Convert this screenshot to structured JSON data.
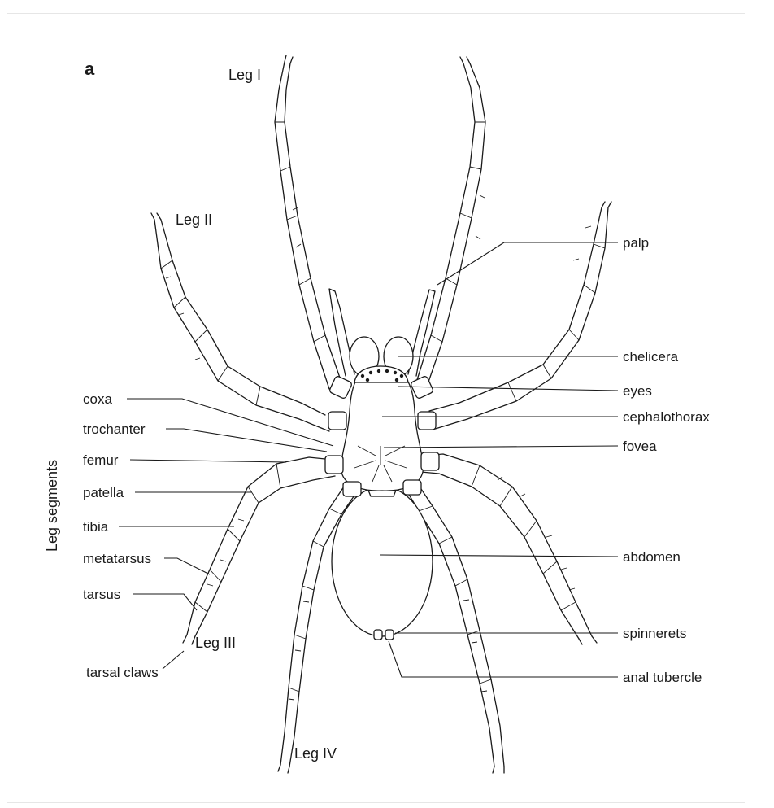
{
  "panel_label": "a",
  "axis_label": "Leg segments",
  "leg_labels": {
    "leg1": "Leg I",
    "leg2": "Leg II",
    "leg3": "Leg III",
    "leg4": "Leg IV"
  },
  "left_labels": {
    "coxa": "coxa",
    "trochanter": "trochanter",
    "femur": "femur",
    "patella": "patella",
    "tibia": "tibia",
    "metatarsus": "metatarsus",
    "tarsus": "tarsus",
    "tarsal_claws": "tarsal claws"
  },
  "right_labels": {
    "palp": "palp",
    "chelicera": "chelicera",
    "eyes": "eyes",
    "cephalothorax": "cephalothorax",
    "fovea": "fovea",
    "abdomen": "abdomen",
    "spinnerets": "spinnerets",
    "anal_tubercle": "anal tubercle"
  }
}
